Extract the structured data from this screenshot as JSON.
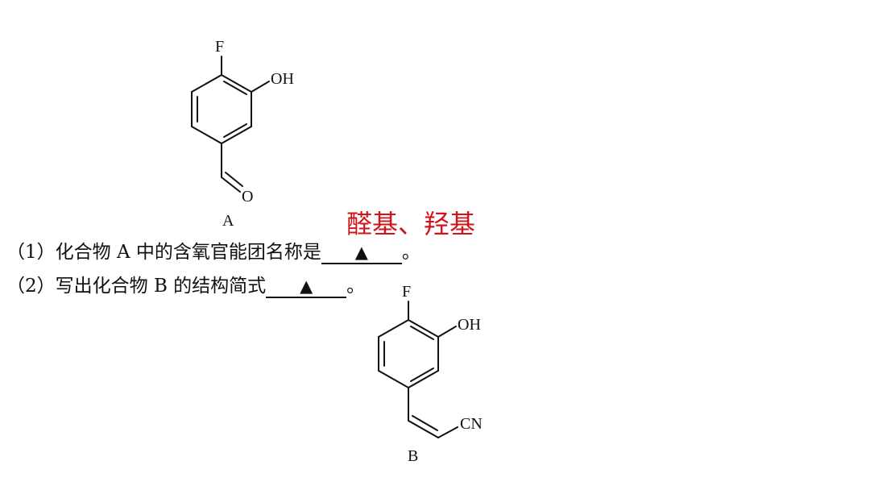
{
  "compound_a": {
    "label": "A",
    "atoms": {
      "fluorine": "F",
      "hydroxyl": "OH",
      "oxygen": "O"
    }
  },
  "compound_b": {
    "label": "B",
    "atoms": {
      "fluorine": "F",
      "hydroxyl": "OH",
      "nitrile": "CN"
    }
  },
  "questions": [
    {
      "number": "（1）",
      "text": "化合物 A 中的含氧官能团名称是",
      "blank_mark": "▲",
      "end": "。"
    },
    {
      "number": "（2）",
      "text": "写出化合物 B 的结构简式",
      "blank_mark": "▲",
      "end": "。"
    }
  ],
  "answer": {
    "text": "醛基、羟基",
    "color": "#d0141c"
  }
}
